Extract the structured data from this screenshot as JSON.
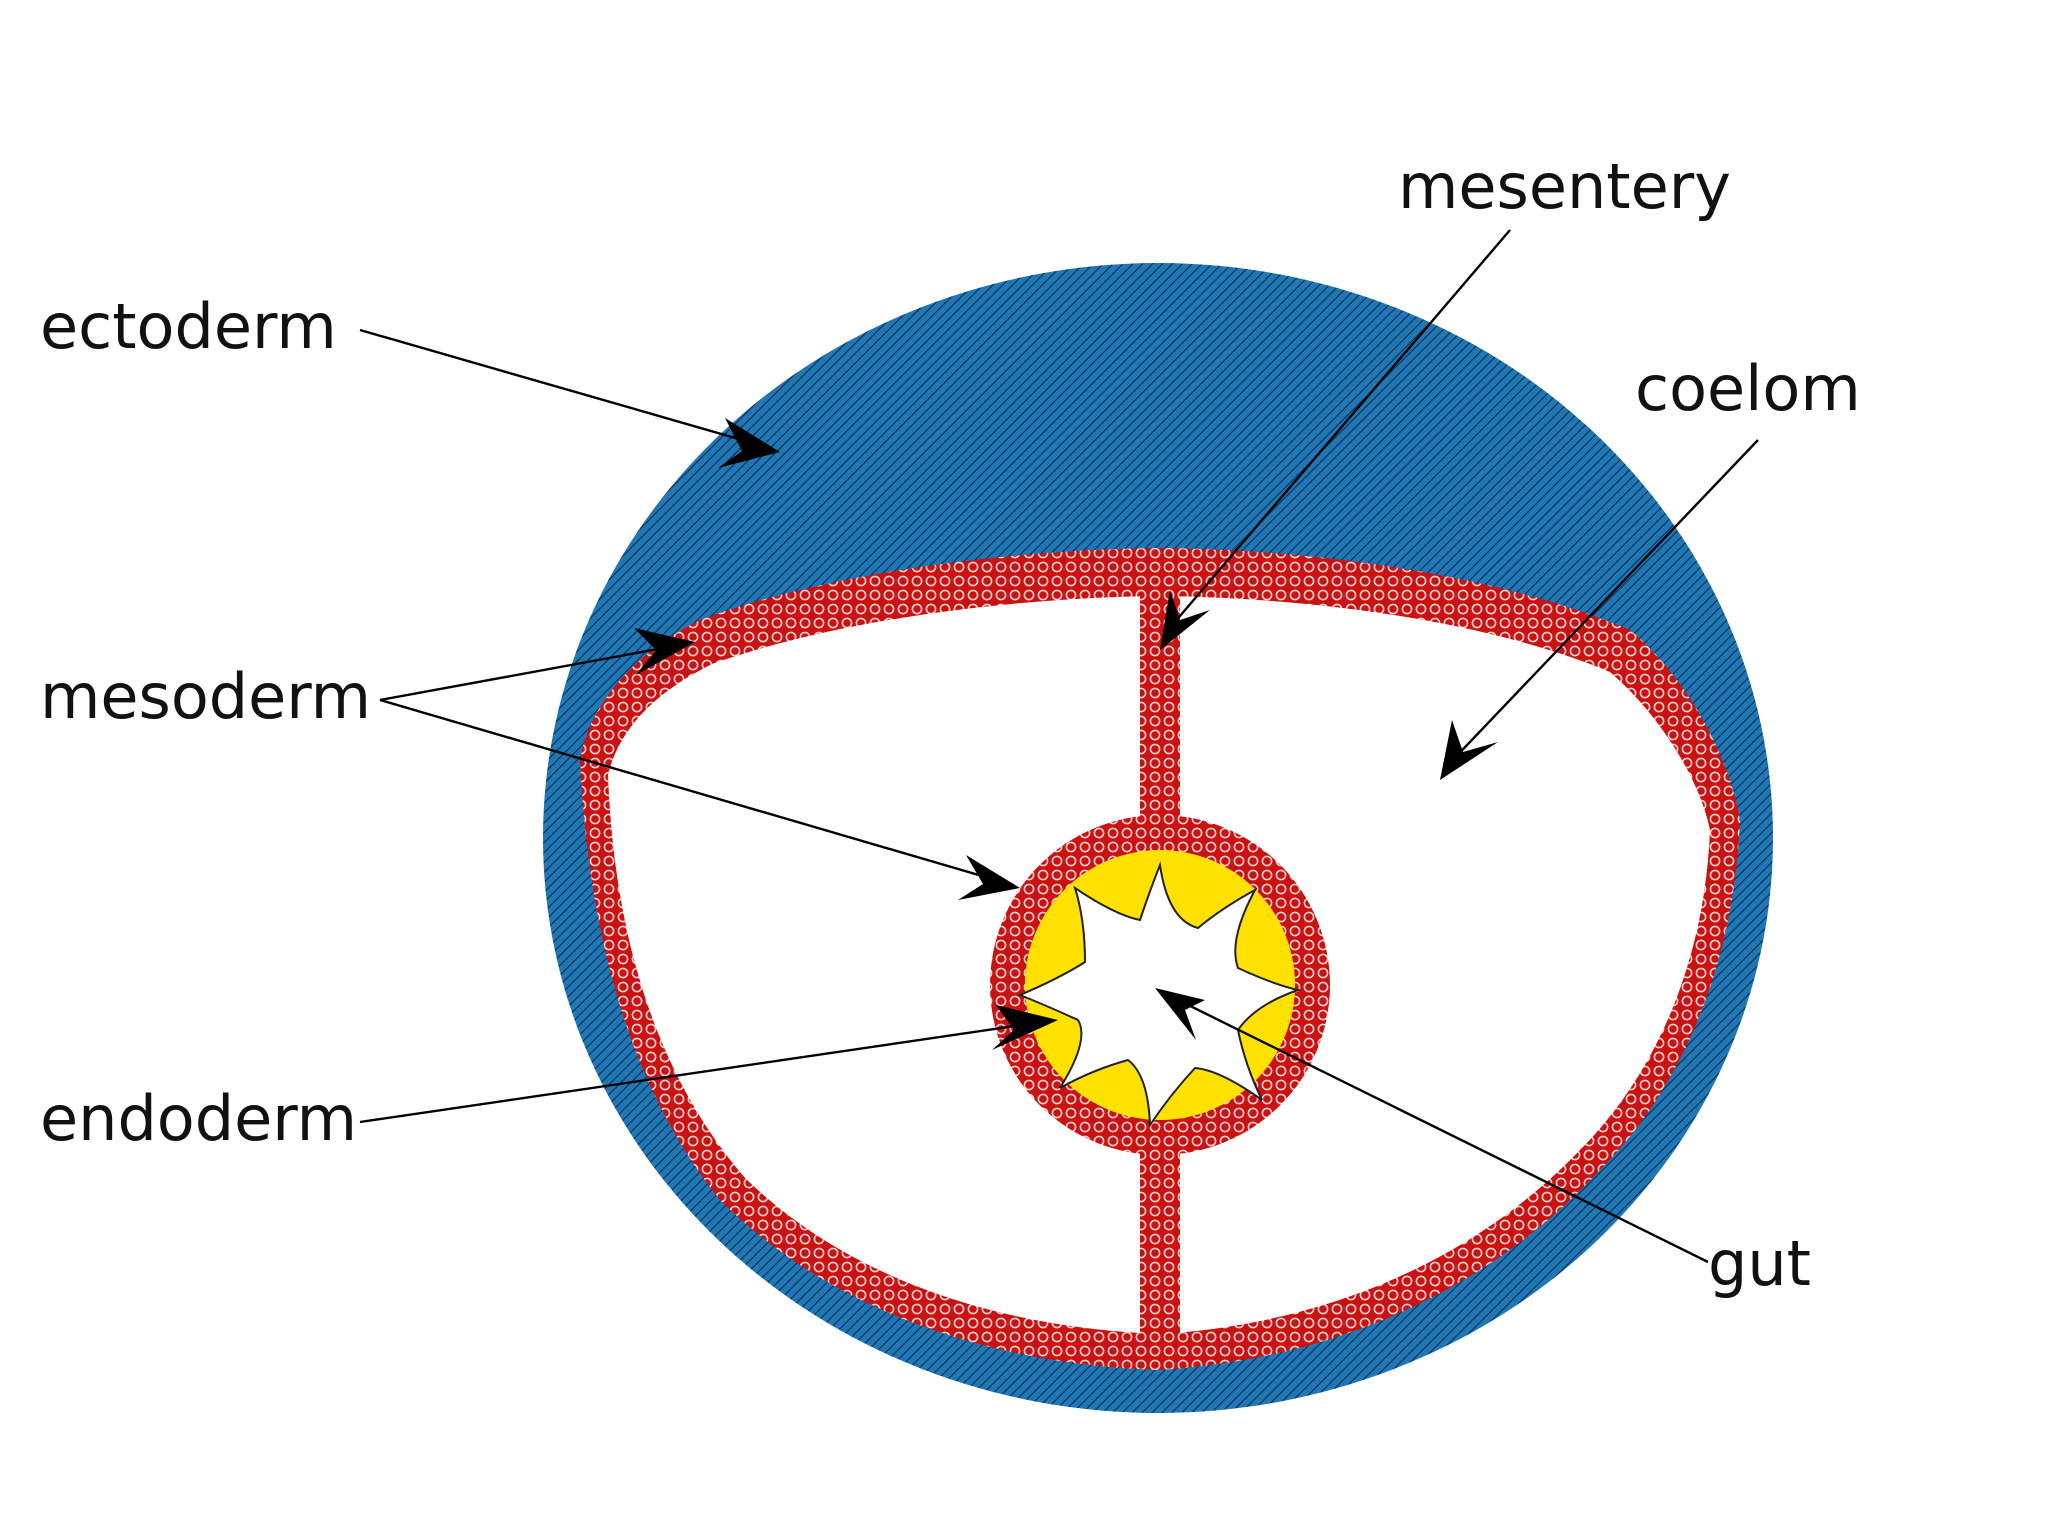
{
  "labels": {
    "ectoderm": "ectoderm",
    "mesentery": "mesentery",
    "coelom": "coelom",
    "mesoderm": "mesoderm",
    "endoderm": "endoderm",
    "gut": "gut"
  },
  "colors": {
    "ectoderm": "#1f78b4",
    "ectoderm_hatch": "#0b2a55",
    "mesoderm": "#cc1111",
    "mesoderm_dots": "#f2d2d2",
    "endoderm": "#ffe100",
    "coelom": "#ffffff",
    "gut_lumen": "#ffffff",
    "text": "#111111",
    "arrows": "#000000"
  }
}
